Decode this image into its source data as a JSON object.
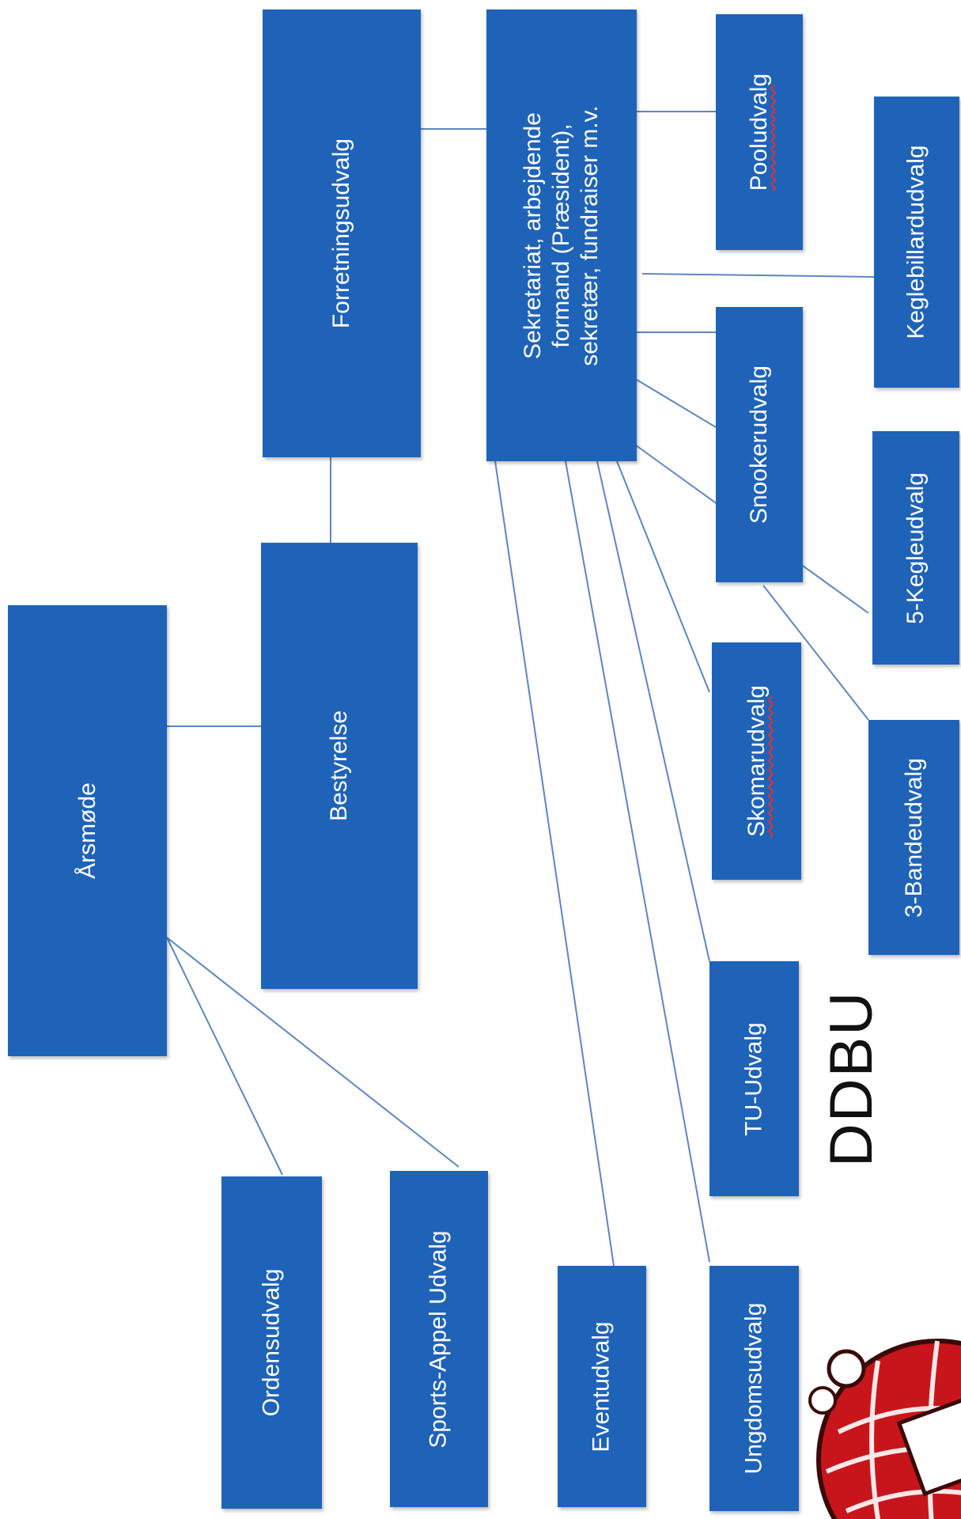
{
  "nodes": {
    "arsmode": "Årsmøde",
    "bestyrelse": "Bestyrelse",
    "forretningsudvalg": "Forretningsudvalg",
    "sekretariat": [
      "Sekretariat, arbejdende",
      "formand (Præsident),",
      "sekretær, fundraiser m.v."
    ],
    "pooludvalg": "Pooludvalg",
    "keglebillardudvalg": "Keglebillardudvalg",
    "snookerudvalg": "Snookerudvalg",
    "kegleudvalg_5": "5-Kegleudvalg",
    "skomarudvalg": "Skomarudvalg",
    "bandeudvalg_3": "3-Bandeudvalg",
    "tu_udvalg": "TU-Udvalg",
    "ordensudvalg": "Ordensudvalg",
    "sports_appel_udvalg": "Sports-Appel Udvalg",
    "eventudvalg": "Eventudvalg",
    "ungdomsudvalg": "Ungdomsudvalg"
  },
  "brand": {
    "name": "DDBU"
  },
  "colors": {
    "box": "#1f63b9",
    "connector": "#5b86c4",
    "logo_red": "#c8151b"
  }
}
